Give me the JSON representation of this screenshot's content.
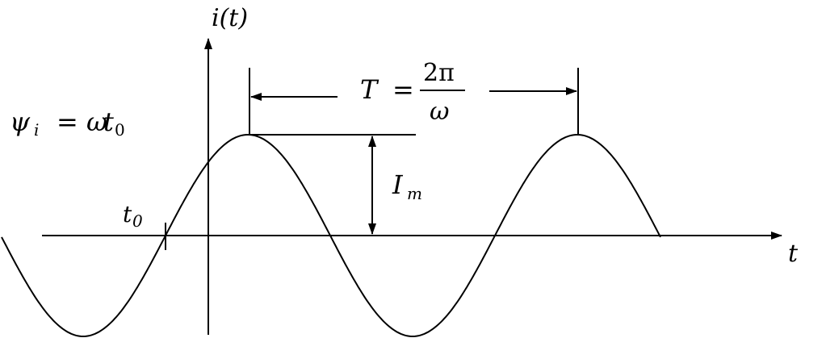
{
  "labels": {
    "y_axis": "i(t)",
    "x_axis": "t",
    "t0": "t",
    "t0_sub": "0",
    "phase_lhs": "ψ",
    "phase_sub": "i",
    "phase_eq": "= ω",
    "phase_t": "t",
    "phase_t_sub": "0",
    "period_T": "T",
    "period_eq": "=",
    "period_num": "2π",
    "period_den": "ω",
    "amp_I": "I",
    "amp_sub": "m"
  },
  "colors": {
    "stroke": "#000000",
    "background": "#ffffff"
  }
}
